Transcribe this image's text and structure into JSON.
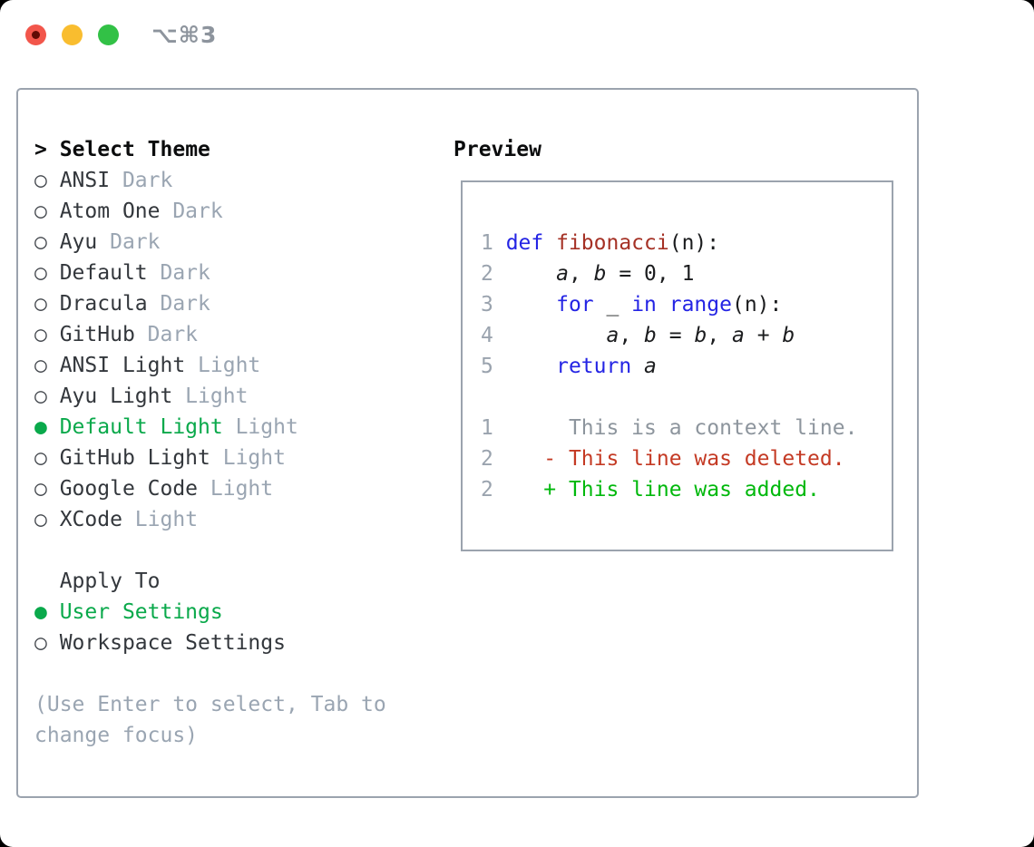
{
  "window_title": "⌥⌘3",
  "colors": {
    "accent_green": "#0aa94b",
    "added_green": "#00b80c",
    "deleted_red": "#c43a24",
    "keyword_blue": "#2424e4",
    "function_red": "#a53125",
    "muted_gray": "#9aa5b2",
    "panel_border": "#9ba3ae",
    "traffic_red": "#f2564b",
    "traffic_yellow": "#f9bd2f",
    "traffic_green": "#32c146"
  },
  "glyphs": {
    "prompt": ">",
    "radio_unselected": "○",
    "radio_selected": "●"
  },
  "theme_panel": {
    "select_label": "Select Theme",
    "themes": [
      {
        "name": "ANSI",
        "variant": "Dark",
        "selected": false
      },
      {
        "name": "Atom One",
        "variant": "Dark",
        "selected": false
      },
      {
        "name": "Ayu",
        "variant": "Dark",
        "selected": false
      },
      {
        "name": "Default",
        "variant": "Dark",
        "selected": false
      },
      {
        "name": "Dracula",
        "variant": "Dark",
        "selected": false
      },
      {
        "name": "GitHub",
        "variant": "Dark",
        "selected": false
      },
      {
        "name": "ANSI Light",
        "variant": "Light",
        "selected": false
      },
      {
        "name": "Ayu Light",
        "variant": "Light",
        "selected": false
      },
      {
        "name": "Default Light",
        "variant": "Light",
        "selected": true
      },
      {
        "name": "GitHub Light",
        "variant": "Light",
        "selected": false
      },
      {
        "name": "Google Code",
        "variant": "Light",
        "selected": false
      },
      {
        "name": "XCode",
        "variant": "Light",
        "selected": false
      }
    ],
    "apply_label": "Apply To",
    "apply_options": [
      {
        "name": "User Settings",
        "selected": true
      },
      {
        "name": "Workspace Settings",
        "selected": false
      }
    ],
    "hint": "(Use Enter to select, Tab to change focus)"
  },
  "preview": {
    "label": "Preview",
    "lines": [
      {
        "tokens": [
          {
            "c": "num",
            "t": "1 "
          },
          {
            "c": "kw",
            "t": "def "
          },
          {
            "c": "fn",
            "t": "fibonacci"
          },
          {
            "c": "plain",
            "t": "(n):"
          }
        ]
      },
      {
        "tokens": [
          {
            "c": "num",
            "t": "2 "
          },
          {
            "c": "plain",
            "t": "    "
          },
          {
            "c": "var",
            "t": "a"
          },
          {
            "c": "plain",
            "t": ", "
          },
          {
            "c": "var",
            "t": "b"
          },
          {
            "c": "plain",
            "t": " = 0, 1"
          }
        ]
      },
      {
        "tokens": [
          {
            "c": "num",
            "t": "3 "
          },
          {
            "c": "plain",
            "t": "    "
          },
          {
            "c": "kw",
            "t": "for "
          },
          {
            "c": "plain",
            "t": "_ "
          },
          {
            "c": "kw",
            "t": "in "
          },
          {
            "c": "kw",
            "t": "range"
          },
          {
            "c": "plain",
            "t": "(n):"
          }
        ]
      },
      {
        "tokens": [
          {
            "c": "num",
            "t": "4 "
          },
          {
            "c": "plain",
            "t": "        "
          },
          {
            "c": "var",
            "t": "a"
          },
          {
            "c": "plain",
            "t": ", "
          },
          {
            "c": "var",
            "t": "b"
          },
          {
            "c": "plain",
            "t": " = "
          },
          {
            "c": "var",
            "t": "b"
          },
          {
            "c": "plain",
            "t": ", "
          },
          {
            "c": "var",
            "t": "a"
          },
          {
            "c": "plain",
            "t": " + "
          },
          {
            "c": "var",
            "t": "b"
          }
        ]
      },
      {
        "tokens": [
          {
            "c": "num",
            "t": "5 "
          },
          {
            "c": "plain",
            "t": "    "
          },
          {
            "c": "kw",
            "t": "return "
          },
          {
            "c": "var",
            "t": "a"
          }
        ]
      },
      {
        "tokens": []
      },
      {
        "tokens": [
          {
            "c": "num",
            "t": "1 "
          },
          {
            "c": "ctx",
            "t": "     This is a context line."
          }
        ]
      },
      {
        "tokens": [
          {
            "c": "num",
            "t": "2 "
          },
          {
            "c": "del",
            "t": "   - This line was deleted."
          }
        ]
      },
      {
        "tokens": [
          {
            "c": "num",
            "t": "2 "
          },
          {
            "c": "add",
            "t": "   + This line was added."
          }
        ]
      }
    ]
  }
}
